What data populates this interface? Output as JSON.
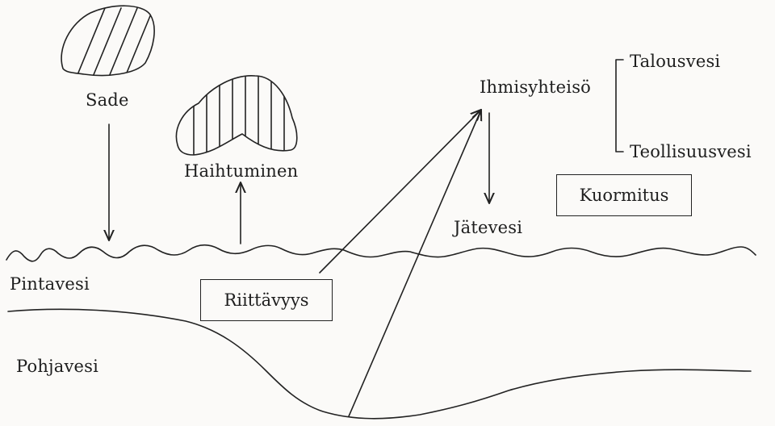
{
  "labels": {
    "rain": "Sade",
    "evaporation": "Haihtuminen",
    "community": "Ihmisyhteisö",
    "household_water": "Talousvesi",
    "industrial_water": "Teollisuusvesi",
    "load": "Kuormitus",
    "wastewater": "Jätevesi",
    "surface_water": "Pintavesi",
    "sufficiency": "Riittävyys",
    "groundwater": "Pohjavesi"
  },
  "icons": {
    "rain_cloud": "hatched-cloud-diagonal",
    "evaporation_cloud": "hatched-cloud-vertical"
  },
  "colors": {
    "ink": "#222222",
    "paper": "#fbfaf8"
  }
}
